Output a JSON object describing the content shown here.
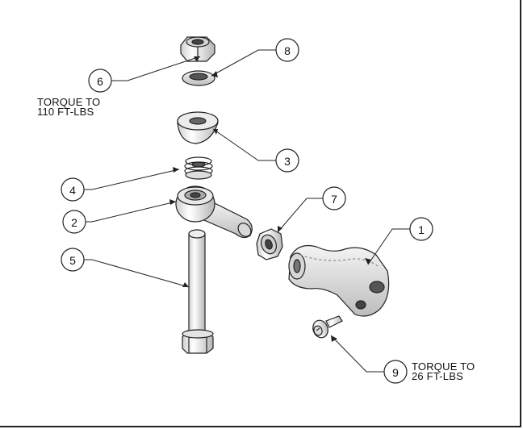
{
  "notes": {
    "torque_top_line1": "TORQUE TO",
    "torque_top_line2": "110 FT-LBS",
    "torque_bottom_line1": "TORQUE TO",
    "torque_bottom_line2": "26 FT-LBS"
  },
  "balloons": [
    "1",
    "2",
    "3",
    "4",
    "5",
    "6",
    "7",
    "8",
    "9"
  ]
}
